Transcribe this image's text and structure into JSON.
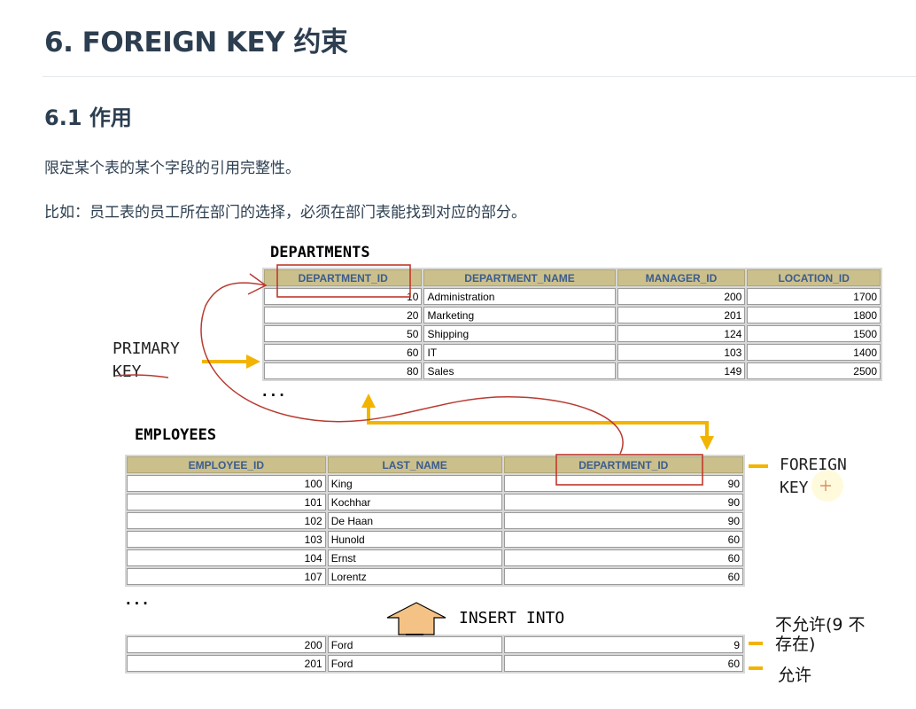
{
  "heading": "6. FOREIGN KEY 约束",
  "subheading": "6.1 作用",
  "paragraphs": [
    "限定某个表的某个字段的引用完整性。",
    "比如：员工表的员工所在部门的选择，必须在部门表能找到对应的部分。"
  ],
  "departments": {
    "title": "DEPARTMENTS",
    "columns": [
      "DEPARTMENT_ID",
      "DEPARTMENT_NAME",
      "MANAGER_ID",
      "LOCATION_ID"
    ],
    "rows": [
      [
        "10",
        "Administration",
        "200",
        "1700"
      ],
      [
        "20",
        "Marketing",
        "201",
        "1800"
      ],
      [
        "50",
        "Shipping",
        "124",
        "1500"
      ],
      [
        "60",
        "IT",
        "103",
        "1400"
      ],
      [
        "80",
        "Sales",
        "149",
        "2500"
      ]
    ],
    "ellipsis": "..."
  },
  "employees": {
    "title": "EMPLOYEES",
    "columns": [
      "EMPLOYEE_ID",
      "LAST_NAME",
      "DEPARTMENT_ID"
    ],
    "rows": [
      [
        "100",
        "King",
        "90"
      ],
      [
        "101",
        "Kochhar",
        "90"
      ],
      [
        "102",
        "De Haan",
        "90"
      ],
      [
        "103",
        "Hunold",
        "60"
      ],
      [
        "104",
        "Ernst",
        "60"
      ],
      [
        "107",
        "Lorentz",
        "60"
      ]
    ],
    "ellipsis": "..."
  },
  "insert": {
    "label": "INSERT INTO",
    "rows": [
      [
        "200",
        "Ford",
        "9"
      ],
      [
        "201",
        "Ford",
        "60"
      ]
    ]
  },
  "labels": {
    "primary_key": [
      "PRIMARY",
      "KEY"
    ],
    "foreign_key": [
      "FOREIGN",
      "KEY"
    ],
    "not_allowed": [
      "不允许(9 不",
      "存在)"
    ],
    "allowed": "允许"
  },
  "colors": {
    "arrow": "#f2b400",
    "pen": "#c0392b",
    "header": "#cbbf8c"
  }
}
